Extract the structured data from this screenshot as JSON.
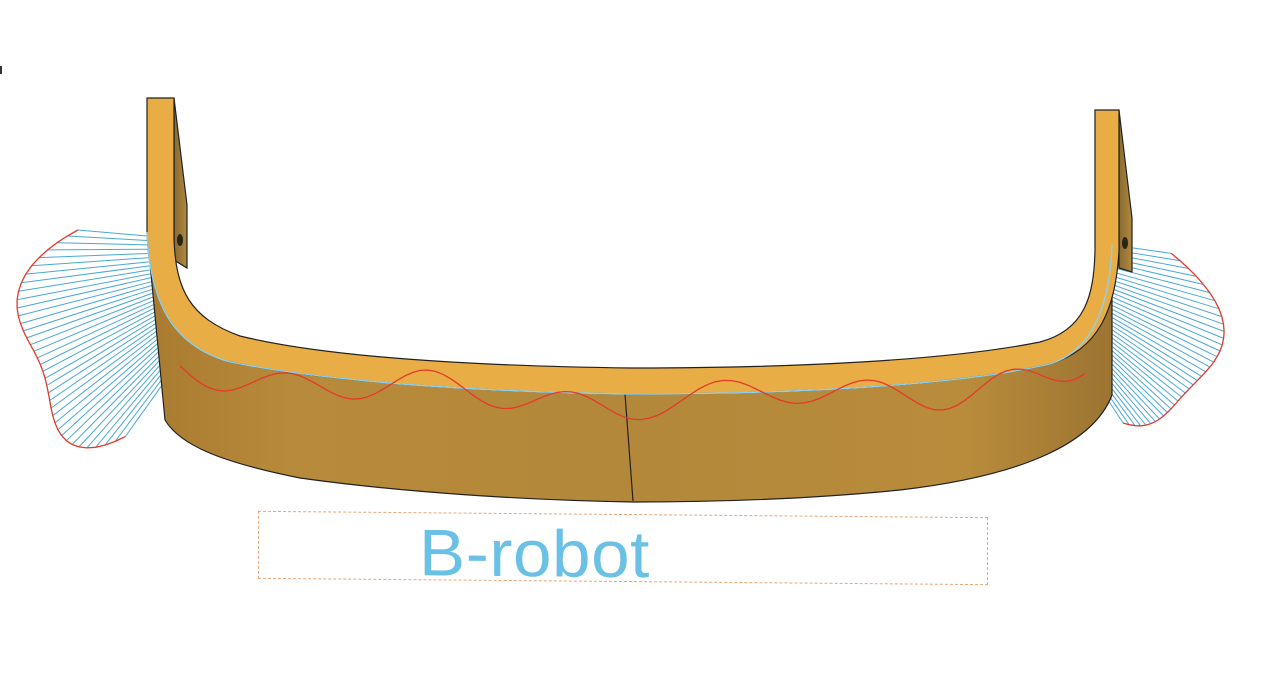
{
  "part": {
    "name": "bumper",
    "face_color": "#e9ad45",
    "side_color": "#b48838",
    "edge_color": "#222222"
  },
  "analysis": {
    "type": "curvature comb",
    "comb_color": "#4aa8d6",
    "envelope_color": "#e53a2a"
  },
  "sketch_text": {
    "value": "B-robot",
    "color": "#6bc0e6",
    "box_color": "#e8a678"
  }
}
